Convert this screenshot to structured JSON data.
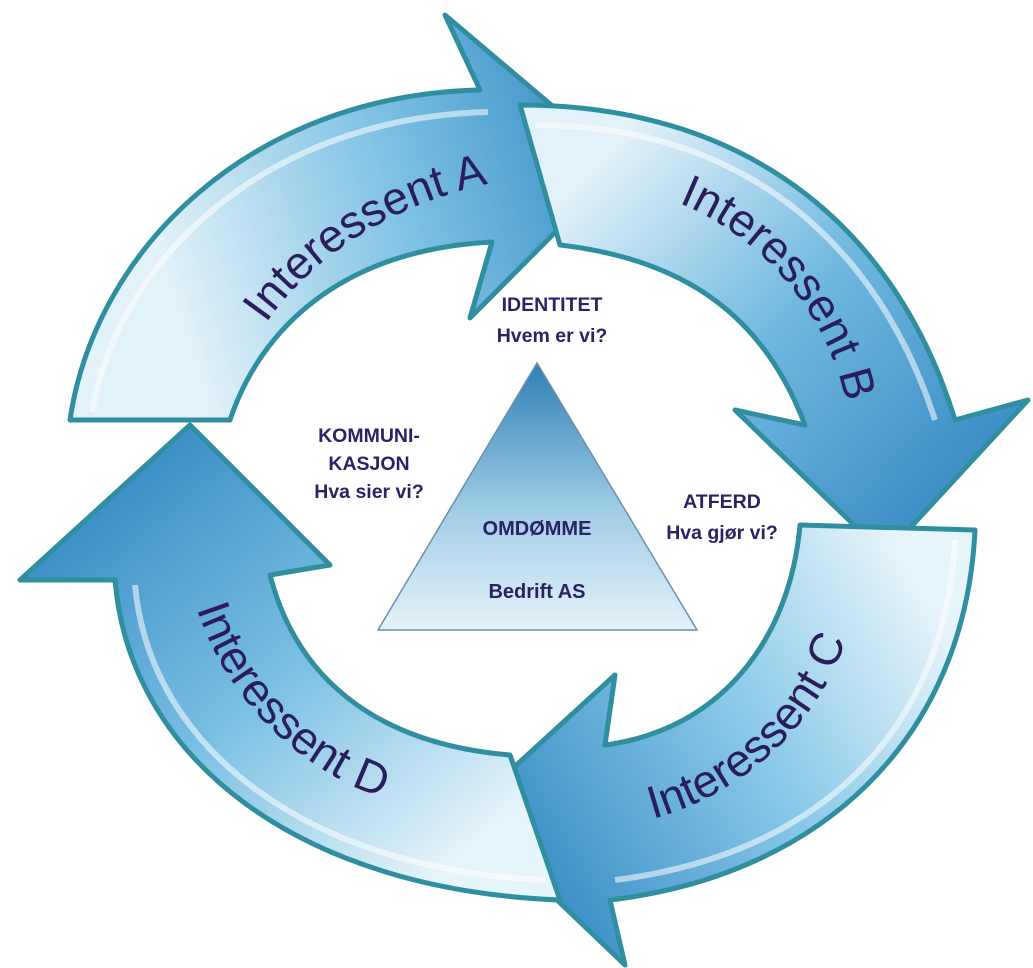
{
  "cycle": {
    "arrows": [
      {
        "label": "Interessent A"
      },
      {
        "label": "Interessent B"
      },
      {
        "label": "Interessent C"
      },
      {
        "label": "Interessent D"
      }
    ]
  },
  "inner": {
    "identitet": {
      "line1": "IDENTITET",
      "line2": "Hvem er vi?"
    },
    "kommunikasjon": {
      "line1": "KOMMUNI-",
      "line2": "KASJON",
      "line3": "Hva sier vi?"
    },
    "atferd": {
      "line1": "ATFERD",
      "line2": "Hva gjør vi?"
    }
  },
  "triangle": {
    "title": "OMDØMME",
    "subtitle": "Bedrift AS"
  },
  "colors": {
    "arrow_dark": "#3b8fc6",
    "arrow_light": "#d7eef8",
    "outline": "#2f8fa0",
    "text_dark": "#2a1d5c",
    "triangle_top": "#2f7fb3",
    "triangle_bottom": "#e4f2f9"
  }
}
